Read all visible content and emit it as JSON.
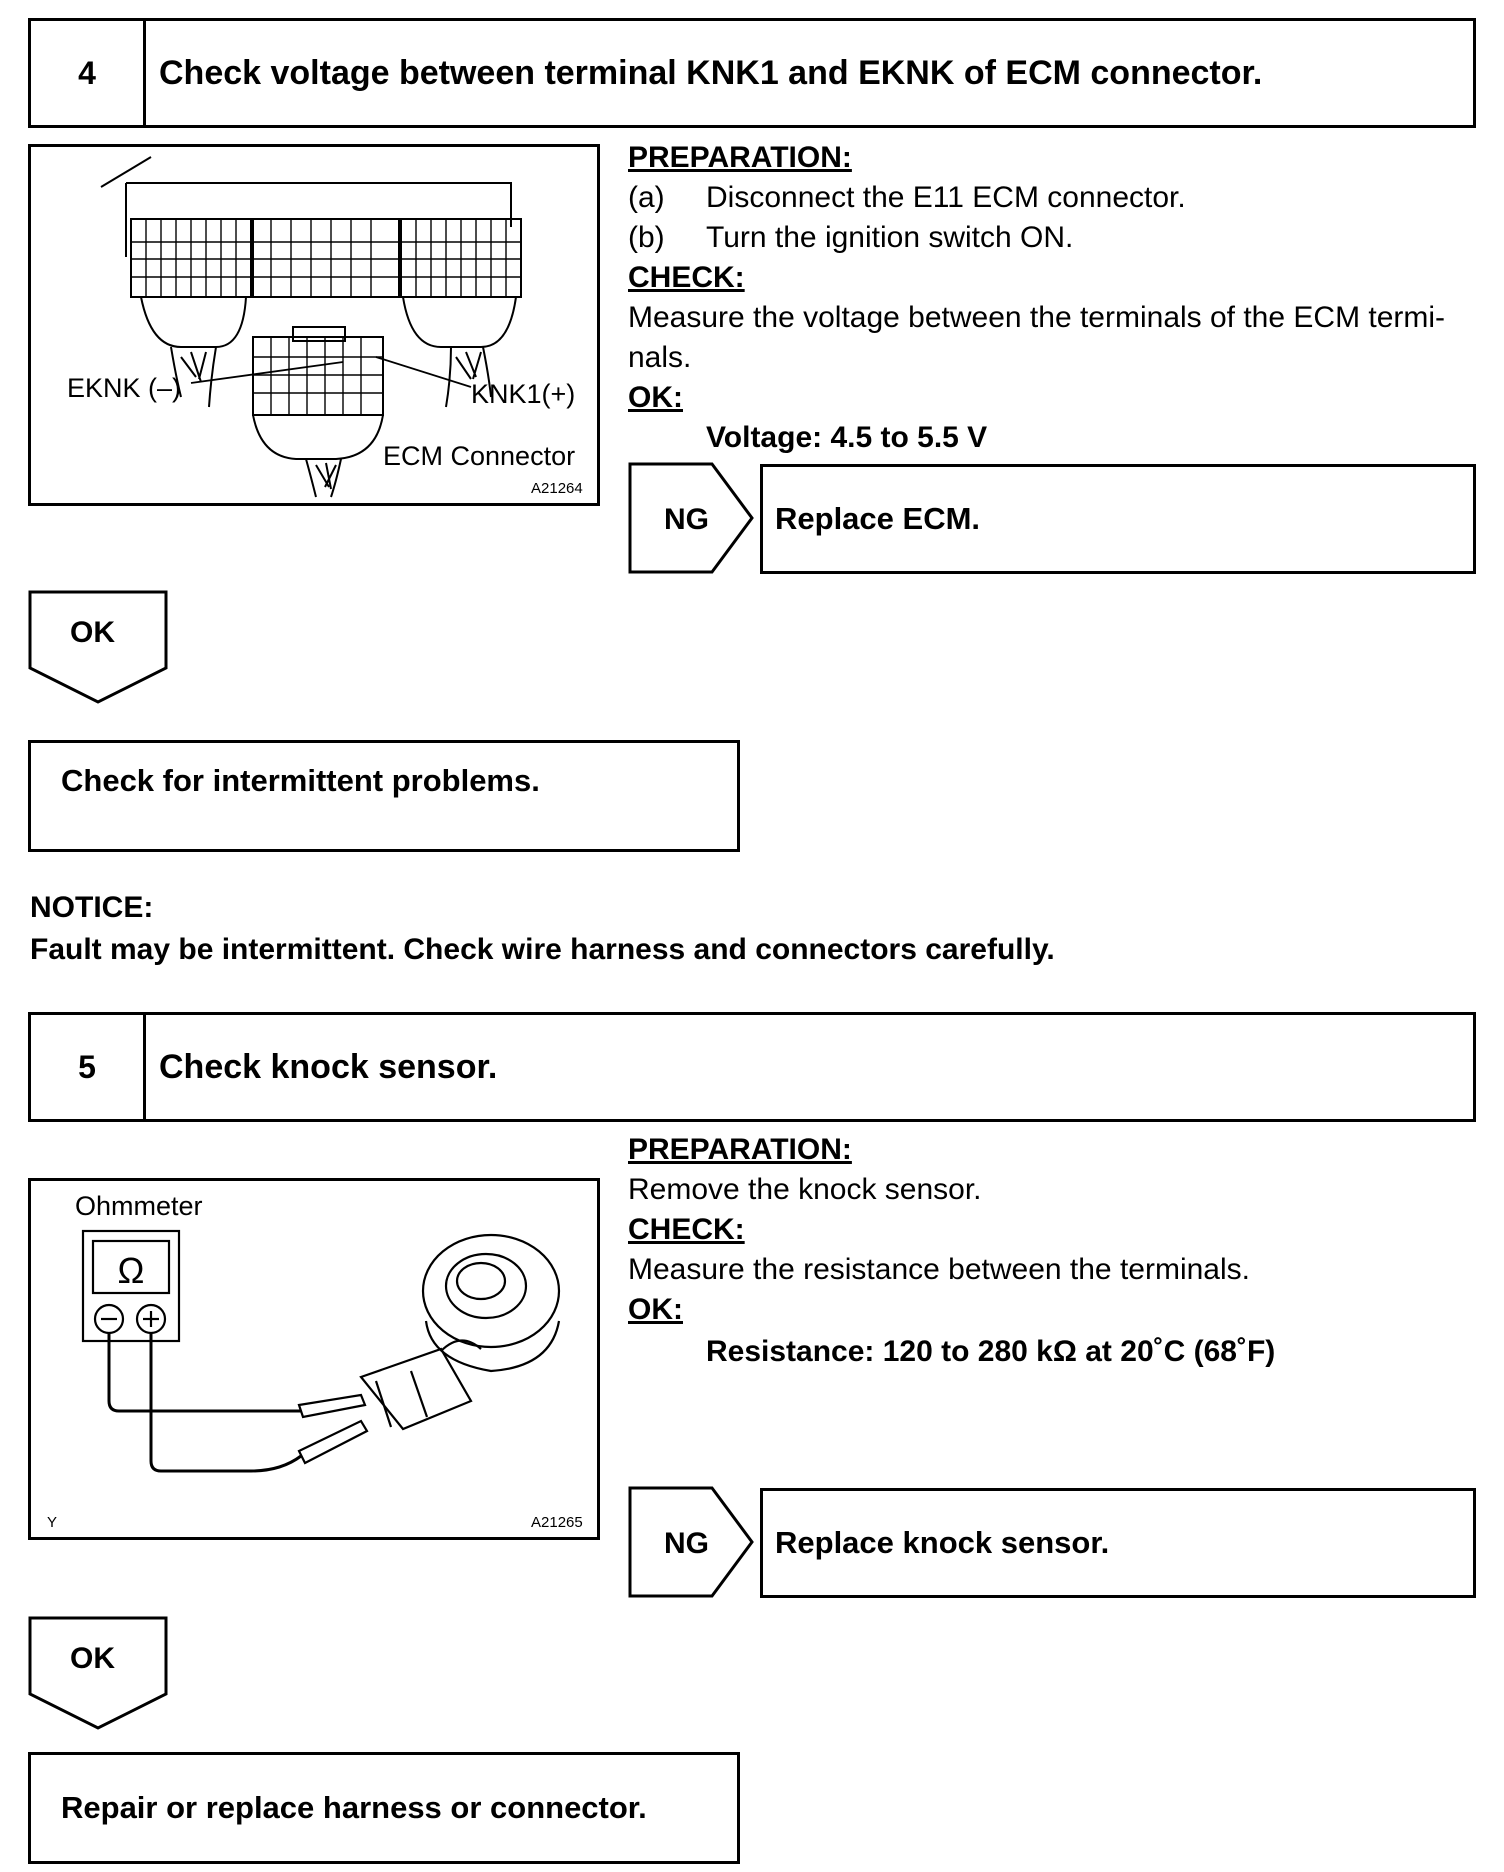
{
  "step4": {
    "number": "4",
    "title": "Check voltage between terminal KNK1 and EKNK of ECM connector.",
    "figure": {
      "label_eknk": "EKNK (–)",
      "label_knk1": "KNK1(+)",
      "label_connector": "ECM Connector",
      "figure_id": "A21264"
    },
    "preparation_label": "PREPARATION:",
    "prep_a_marker": "(a)",
    "prep_a_text": "Disconnect the E11 ECM connector.",
    "prep_b_marker": "(b)",
    "prep_b_text": "Turn the ignition switch ON.",
    "check_label": "CHECK:",
    "check_line1": "Measure the voltage between the terminals of the ECM termi-",
    "check_line2": "nals.",
    "ok_label": "OK:",
    "ok_value": "Voltage: 4.5 to 5.5 V",
    "ng_label": "NG",
    "ng_action": "Replace ECM.",
    "ok_arrow_label": "OK",
    "ok_action": "Check for intermittent problems."
  },
  "notice": {
    "label": "NOTICE:",
    "text": "Fault may be intermittent. Check wire harness and connectors carefully."
  },
  "step5": {
    "number": "5",
    "title": "Check knock sensor.",
    "figure": {
      "label_ohmmeter": "Ohmmeter",
      "ohm_symbol": "Ω",
      "corner_mark": "Y",
      "figure_id": "A21265"
    },
    "preparation_label": "PREPARATION:",
    "prep_text": "Remove the knock sensor.",
    "check_label": "CHECK:",
    "check_text": "Measure the resistance between the terminals.",
    "ok_label": "OK:",
    "ok_value": "Resistance: 120 to 280 kΩ at 20˚C (68˚F)",
    "ng_label": "NG",
    "ng_action": "Replace knock sensor.",
    "ok_arrow_label": "OK",
    "ok_action": "Repair or replace harness or connector."
  }
}
